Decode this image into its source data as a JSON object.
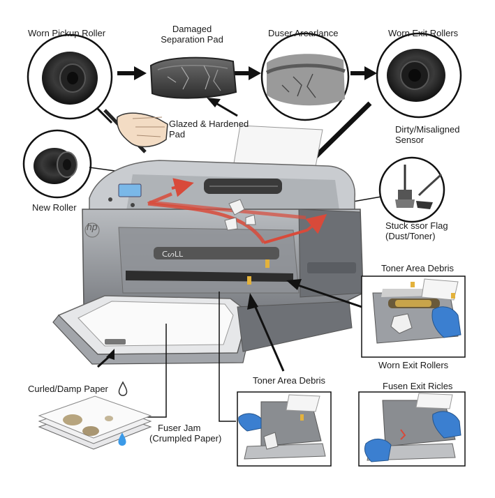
{
  "labels": {
    "worn_pickup_roller": "Worn Pickup Roller",
    "damaged_pad_line1": "Damaged",
    "damaged_pad_line2": "Separation Pad",
    "duser_arearlance": "Duser Arearlance",
    "worn_exit_rollers_top": "Worn Exit Rollers",
    "glazed_line1": "Glazed & Hardened",
    "glazed_line2": "Pad",
    "dirty_line1": "Dirty/Misaligned",
    "dirty_line2": "Sensor",
    "new_roller": "New Roller",
    "stuck_line1": "Stuck ssor Flag",
    "stuck_line2": "(Dust/Toner)",
    "toner_area_debris_right": "Toner Area Debris",
    "worn_exit_rollers_right": "Worn Exit Rollers",
    "toner_area_debris_center": "Toner Area Debris",
    "fusen_exit_ricles": "Fusen Exit Ricles",
    "curled_damp_paper": "Curled/Damp Paper",
    "fuser_jam_line1": "Fuser Jam",
    "fuser_jam_line2": "(Crumpled Paper)",
    "printer_brand": "hp",
    "printer_panel_text": "ᑕᔕᒪᒪ"
  },
  "icons": {
    "water_drop": "water-drop-icon",
    "magnifier": "magnifying-glass-icon",
    "brush": "cleaning-brush-icon"
  },
  "colors": {
    "printer_body": "#8a8d91",
    "printer_light": "#c4c7cb",
    "accent_red": "#d84a3a",
    "glove_blue": "#3b7fd0",
    "line": "#111111"
  }
}
